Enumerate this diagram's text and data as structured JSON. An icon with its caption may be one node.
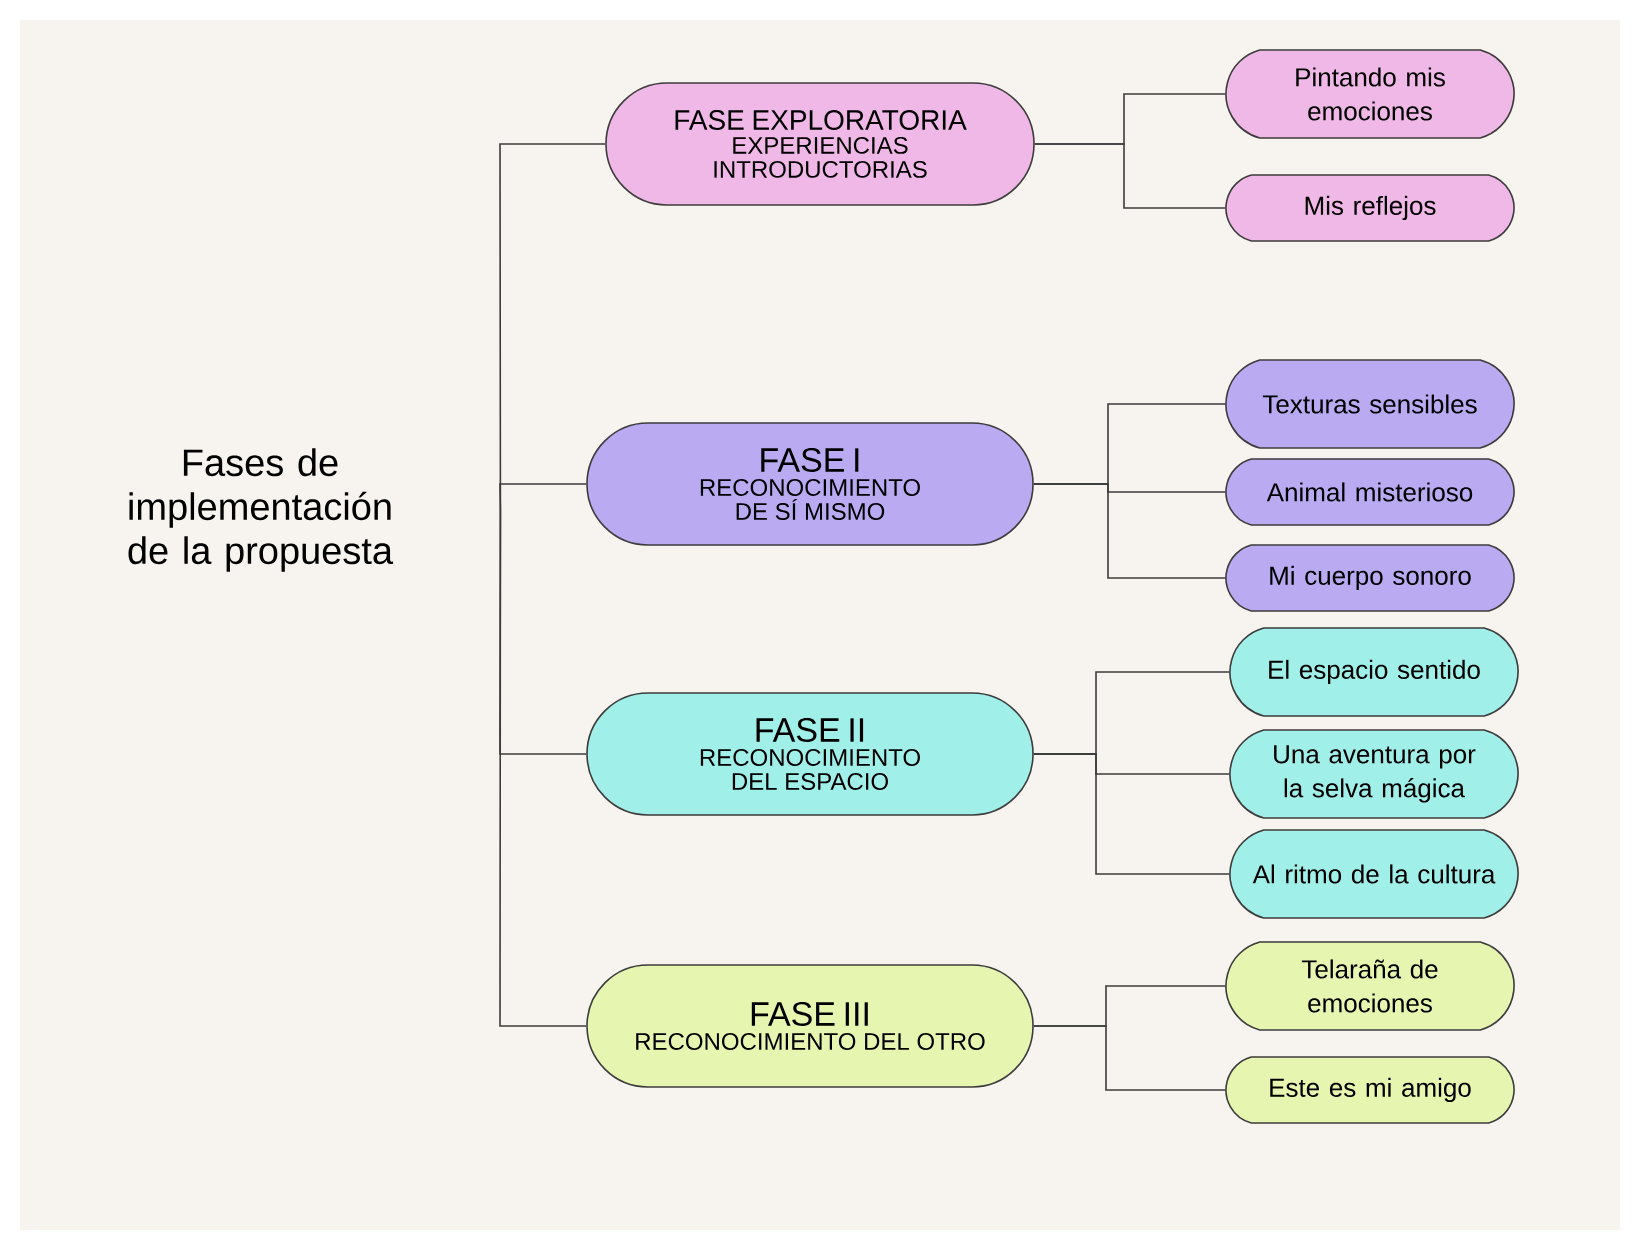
{
  "diagram": {
    "nodes": [
      {
        "text": [
          "Fases de implementación de la propuesta"
        ]
      },
      {
        "text": [
          "FASE EXPLORATORIA",
          "EXPERIENCIAS INTRODUCTORIAS"
        ]
      },
      {
        "text": [
          "Pintando mis emociones"
        ]
      },
      {
        "text": [
          "Mis reflejos"
        ]
      },
      {
        "text": [
          "FASE I",
          "RECONOCIMIENTO DE SÍ MISMO"
        ]
      },
      {
        "text": [
          "Texturas sensibles"
        ]
      },
      {
        "text": [
          "Animal misterioso"
        ]
      },
      {
        "text": [
          "Mi cuerpo sonoro"
        ]
      },
      {
        "text": [
          "FASE II",
          "RECONOCIMIENTO DEL ESPACIO"
        ]
      },
      {
        "text": [
          "El espacio sentido"
        ]
      },
      {
        "text": [
          "Una aventura por la selva mágica"
        ]
      },
      {
        "text": [
          "Al ritmo de la cultura"
        ]
      },
      {
        "text": [
          "FASE III",
          "RECONOCIMIENTO DEL OTRO"
        ]
      },
      {
        "text": [
          "Telaraña de emociones"
        ]
      },
      {
        "text": [
          "Este es mi amigo"
        ]
      }
    ],
    "edges": [
      {
        "from": 0,
        "to": 1,
        "arrow": "none"
      },
      {
        "from": 0,
        "to": 4,
        "arrow": "none"
      },
      {
        "from": 0,
        "to": 8,
        "arrow": "none"
      },
      {
        "from": 0,
        "to": 12,
        "arrow": "none"
      },
      {
        "from": 1,
        "to": 2,
        "arrow": "none"
      },
      {
        "from": 1,
        "to": 3,
        "arrow": "none"
      },
      {
        "from": 4,
        "to": 5,
        "arrow": "none"
      },
      {
        "from": 4,
        "to": 6,
        "arrow": "none"
      },
      {
        "from": 4,
        "to": 7,
        "arrow": "none"
      },
      {
        "from": 8,
        "to": 9,
        "arrow": "none"
      },
      {
        "from": 8,
        "to": 10,
        "arrow": "none"
      },
      {
        "from": 8,
        "to": 11,
        "arrow": "none"
      },
      {
        "from": 12,
        "to": 13,
        "arrow": "none"
      },
      {
        "from": 12,
        "to": 14,
        "arrow": "none"
      }
    ]
  }
}
